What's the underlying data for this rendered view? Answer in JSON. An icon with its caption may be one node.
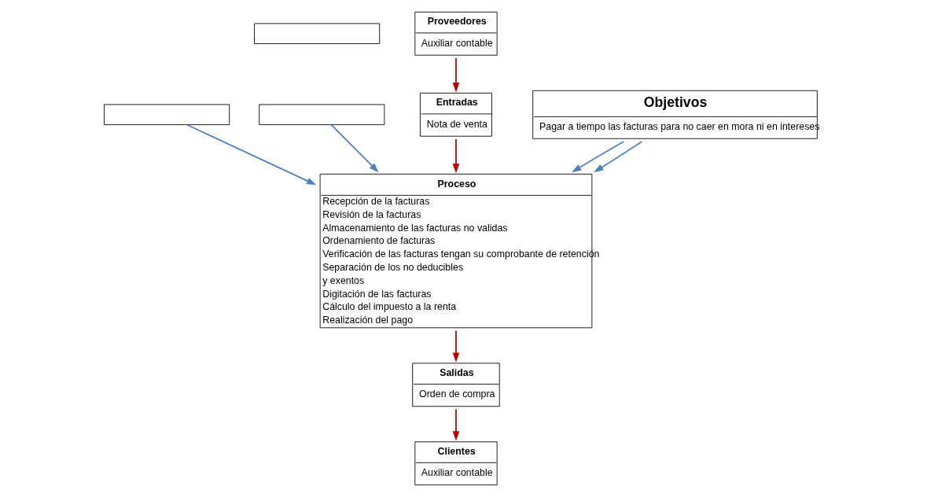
{
  "diagram": {
    "nodes": [
      {
        "text": [],
        "shape": "box"
      },
      {
        "text": [],
        "shape": "box"
      },
      {
        "text": [],
        "shape": "box"
      },
      {
        "text": [
          "Proveedores",
          "Auxiliar contable"
        ]
      },
      {
        "text": [
          "Proceso",
          "Recepción de la facturas",
          "Revisión de la facturas",
          "Almacenamiento de las facturas no validas",
          "Ordenamiento de facturas",
          "Verificación de las facturas tengan su comprobante de retención",
          "Separación de los no deducibles",
          "y exentos",
          "Digitación de las facturas",
          "Cálculo del impuesto a la renta",
          "Realización del pago"
        ]
      },
      {
        "text": [
          "Clientes",
          "Auxiliar contable"
        ]
      },
      {
        "text": [
          "Entradas",
          "Nota de venta"
        ]
      },
      {
        "text": [
          "Salidas",
          "Orden de compra"
        ]
      },
      {
        "text": [
          "Objetivos",
          "Pagar a tiempo las facturas para no caer en mora ni en intereses"
        ]
      }
    ],
    "edges": [
      {
        "from": 1,
        "to": 4,
        "arrow": "to",
        "color": "#4f81bd"
      },
      {
        "from": 2,
        "to": 4,
        "arrow": "to",
        "color": "#4f81bd"
      },
      {
        "from": 3,
        "to": 6,
        "arrow": "to",
        "color": "#c00000"
      },
      {
        "from": 6,
        "to": 4,
        "arrow": "to",
        "color": "#c00000"
      },
      {
        "from": 4,
        "to": 7,
        "arrow": "to",
        "color": "#c00000"
      },
      {
        "from": 7,
        "to": 5,
        "arrow": "to",
        "color": "#c00000"
      },
      {
        "from": 8,
        "to": 4,
        "arrow": "to",
        "color": "#4f81bd"
      },
      {
        "from": 8,
        "to": 4,
        "arrow": "to",
        "color": "#4f81bd"
      }
    ]
  }
}
